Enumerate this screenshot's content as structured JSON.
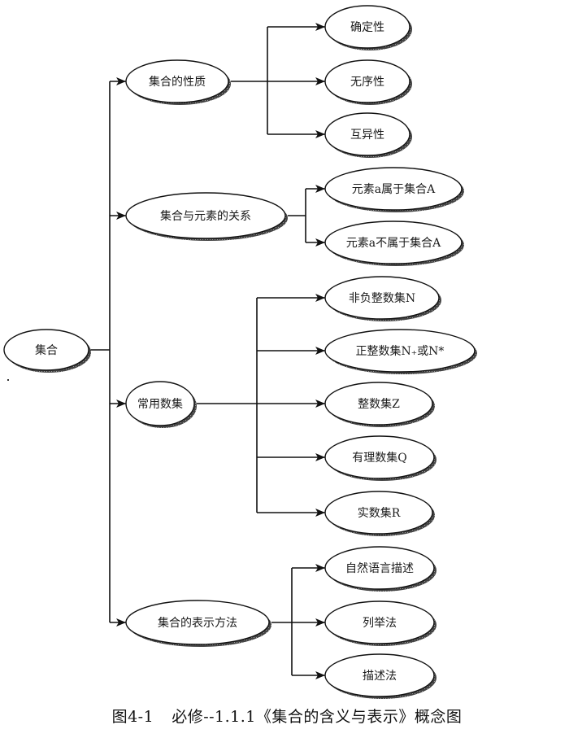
{
  "title": "集合的含义与表示 概念图",
  "root": {
    "id": "root",
    "label": "集合"
  },
  "branches": [
    {
      "id": "properties",
      "label": "集合的性质",
      "children": [
        {
          "id": "definiteness",
          "label": "确定性"
        },
        {
          "id": "unordered",
          "label": "无序性"
        },
        {
          "id": "distinctness",
          "label": "互异性"
        }
      ]
    },
    {
      "id": "element-relation",
      "label": "集合与元素的关系",
      "children": [
        {
          "id": "belongs",
          "label": "元素a属于集合A"
        },
        {
          "id": "not-belongs",
          "label": "元素a不属于集合A"
        }
      ]
    },
    {
      "id": "number-sets",
      "label": "常用数集",
      "children": [
        {
          "id": "naturals",
          "label": "非负整数集N"
        },
        {
          "id": "positive-integers",
          "label": "正整数集N₊或N*"
        },
        {
          "id": "integers",
          "label": "整数集Z"
        },
        {
          "id": "rationals",
          "label": "有理数集Q"
        },
        {
          "id": "reals",
          "label": "实数集R"
        }
      ]
    },
    {
      "id": "representation",
      "label": "集合的表示方法",
      "children": [
        {
          "id": "natural-language",
          "label": "自然语言描述"
        },
        {
          "id": "enumeration",
          "label": "列举法"
        },
        {
          "id": "description",
          "label": "描述法"
        }
      ]
    }
  ],
  "caption": {
    "figure_number": "图4-1",
    "text": "必修--1.1.1《集合的含义与表示》概念图"
  },
  "colors": {
    "stroke": "#111111",
    "shadow": "#555555",
    "fill": "#ffffff"
  }
}
